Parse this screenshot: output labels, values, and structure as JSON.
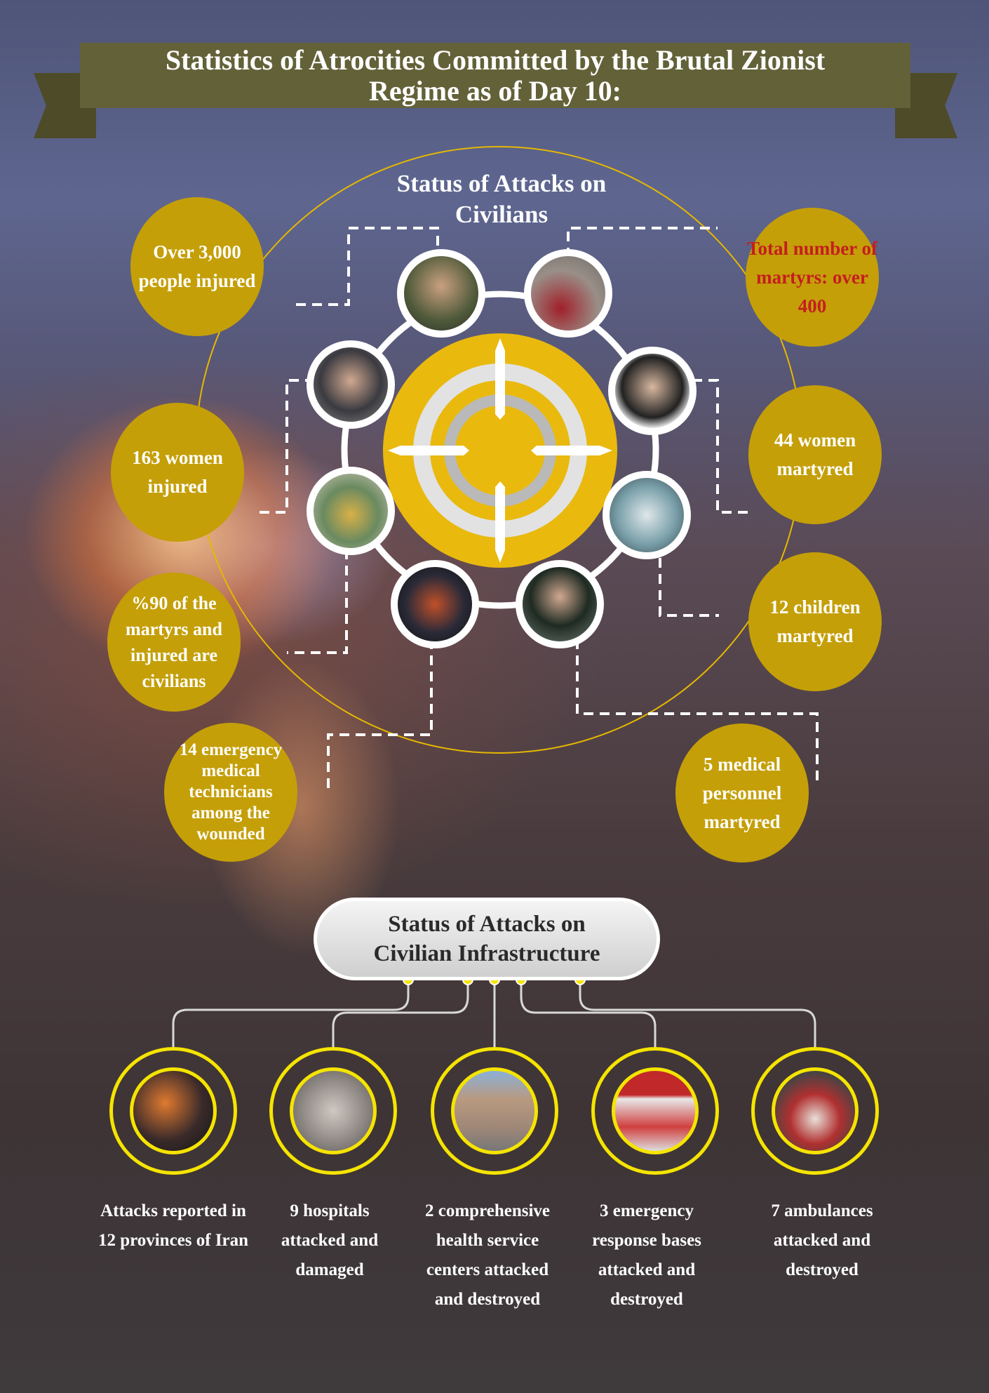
{
  "title": "Statistics of Atrocities Committed by the Brutal Zionist Regime as of Day 10:",
  "civilians": {
    "heading": "Status of Attacks on Civilians",
    "stats": [
      {
        "id": "injured",
        "text": "Over 3,000 people injured"
      },
      {
        "id": "martyrs-total",
        "text": "Total number of martyrs: over 400"
      },
      {
        "id": "women-injured",
        "text": "163 women injured"
      },
      {
        "id": "women-martyred",
        "text": "44 women martyred"
      },
      {
        "id": "civilian-share",
        "text": "%90 of the martyrs and injured are civilians"
      },
      {
        "id": "children-martyred",
        "text": "12 children martyred"
      },
      {
        "id": "emt-wounded",
        "text": "14 emergency medical technicians among the wounded"
      },
      {
        "id": "medical-martyred",
        "text": "5 medical personnel martyred"
      }
    ]
  },
  "infrastructure": {
    "heading": "Status of Attacks on Civilian Infrastructure",
    "items": [
      {
        "text": "Attacks reported in 12 provinces of Iran"
      },
      {
        "text": "9 hospitals attacked and damaged"
      },
      {
        "text": "2 comprehensive health service centers attacked and destroyed"
      },
      {
        "text": "3 emergency response bases attacked and destroyed"
      },
      {
        "text": "7 ambulances attacked and destroyed"
      }
    ]
  },
  "colors": {
    "banner": "#636138",
    "bubble": "#c49f08",
    "target": "#e9b90e",
    "infra_ring": "#f5e400",
    "martyr_text": "#c51e1e"
  }
}
